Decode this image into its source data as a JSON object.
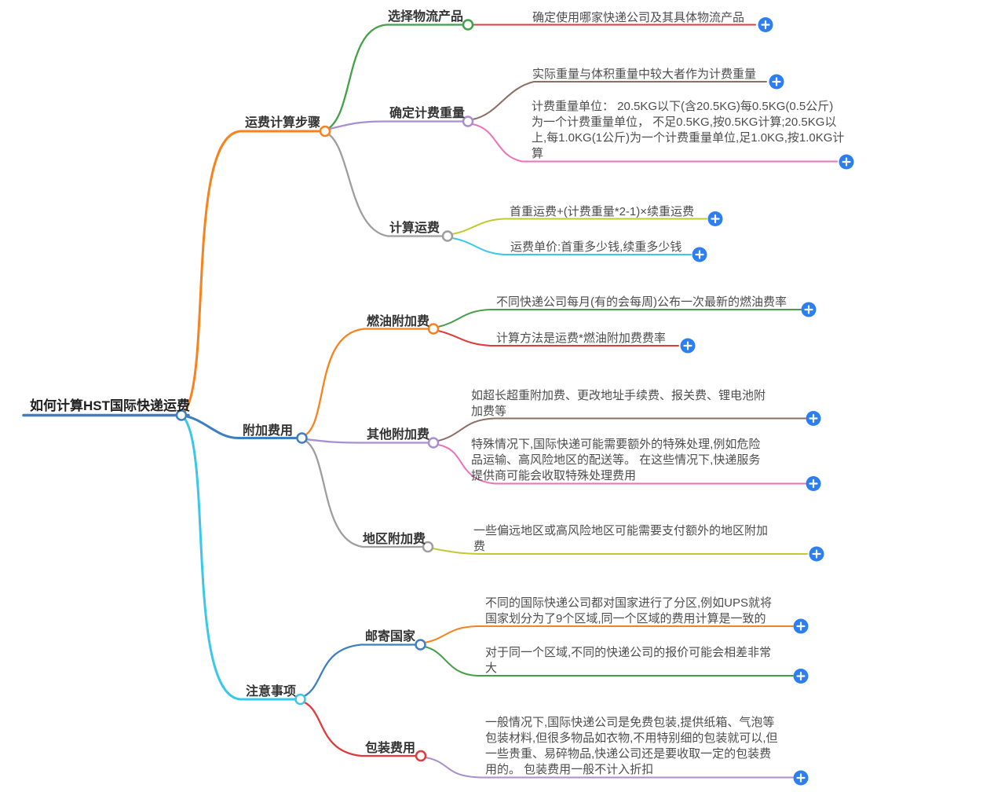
{
  "palette": {
    "blue": "#3d7fc1",
    "orange": "#f7821e",
    "cyan": "#3bc8e8",
    "green": "#43a047",
    "red": "#e03b3b",
    "purple": "#a98fd0",
    "brown": "#8d6e63",
    "pink": "#ef6fbb",
    "olive": "#c2ca33",
    "gray": "#9e9e9e",
    "plus_blue": "#2d7ff0",
    "node_fill": "#ffffff"
  },
  "icons": {
    "expand_button": "plus-in-circle"
  },
  "root": {
    "label": "如何计算HST国际快递运费"
  },
  "topics": [
    {
      "label": "运费计算步骤",
      "subtopics": [
        {
          "label": "选择物流产品",
          "leaves": [
            "确定使用哪家快递公司及其具体物流产品"
          ]
        },
        {
          "label": "确定计费重量",
          "leaves": [
            "实际重量与体积重量中较大者作为计费重量",
            "计费重量单位： 20.5KG以下(含20.5KG)每0.5KG(0.5公斤)\n为一个计费重量单位， 不足0.5KG,按0.5KG计算;20.5KG以\n上,每1.0KG(1公斤)为一个计费重量单位,足1.0KG,按1.0KG计\n算"
          ]
        },
        {
          "label": "计算运费",
          "leaves": [
            "首重运费+(计费重量*2-1)×续重运费",
            "运费单价:首重多少钱,续重多少钱"
          ]
        }
      ]
    },
    {
      "label": "附加费用",
      "subtopics": [
        {
          "label": "燃油附加费",
          "leaves": [
            "不同快递公司每月(有的会每周)公布一次最新的燃油费率",
            "计算方法是运费*燃油附加费费率"
          ]
        },
        {
          "label": "其他附加费",
          "leaves": [
            "如超长超重附加费、更改地址手续费、报关费、锂电池附\n加费等",
            "特殊情况下,国际快递可能需要额外的特殊处理,例如危险\n品运输、高风险地区的配送等。 在这些情况下,快递服务\n提供商可能会收取特殊处理费用"
          ]
        },
        {
          "label": "地区附加费",
          "leaves": [
            "一些偏远地区或高风险地区可能需要支付额外的地区附加\n费"
          ]
        }
      ]
    },
    {
      "label": "注意事项",
      "subtopics": [
        {
          "label": "邮寄国家",
          "leaves": [
            "不同的国际快递公司都对国家进行了分区,例如UPS就将\n国家划分为了9个区域,同一个区域的费用计算是一致的",
            "对于同一个区域,不同的快递公司的报价可能会相差非常\n大"
          ]
        },
        {
          "label": "包装费用",
          "leaves": [
            "一般情况下,国际快递公司是免费包装,提供纸箱、气泡等\n包装材料,但很多物品如衣物,不用特别细的包装就可以,但\n一些贵重、易碎物品,快递公司还是要收取一定的包装费\n用的。 包装费用一般不计入折扣"
          ]
        }
      ]
    }
  ]
}
